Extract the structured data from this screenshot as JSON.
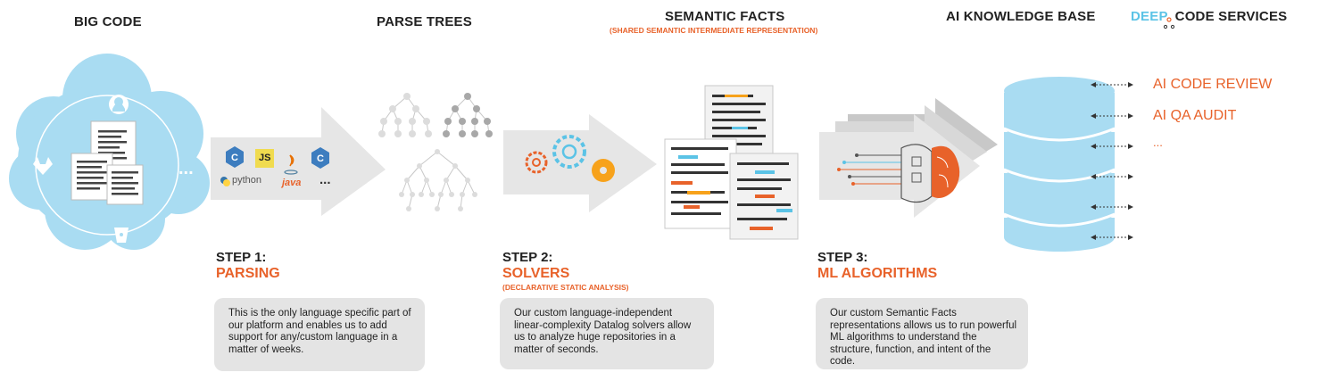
{
  "headers": {
    "big_code": "BIG CODE",
    "parse_trees": "PARSE TREES",
    "semantic_facts": "SEMANTIC FACTS",
    "semantic_facts_sub": "(SHARED SEMANTIC INTERMEDIATE REPRESENTATION)",
    "ai_knowledge_base": "AI KNOWLEDGE BASE",
    "brand_deep": "DEEP",
    "brand_code": "CODE",
    "brand_services": " SERVICES"
  },
  "languages": {
    "js": "JS",
    "python": "python",
    "java": "java",
    "more": "..."
  },
  "cloud": {
    "more": "..."
  },
  "steps": [
    {
      "label": "STEP 1:",
      "title": "PARSING",
      "subtitle": "",
      "description": "This is the only language specific part of our platform and enables us to add support for any/custom language in a matter of weeks."
    },
    {
      "label": "STEP 2:",
      "title": "SOLVERS",
      "subtitle": "(DECLARATIVE STATIC ANALYSIS)",
      "description": "Our custom language-independent linear-complexity Datalog solvers allow us to analyze huge repositories in a matter of seconds."
    },
    {
      "label": "STEP 3:",
      "title": "ML ALGORITHMS",
      "subtitle": "",
      "description": "Our custom Semantic Facts representations allows us to run powerful ML algorithms to understand the structure, function, and intent of the code."
    }
  ],
  "services": [
    "AI CODE REVIEW",
    "AI QA AUDIT",
    "..."
  ],
  "colors": {
    "accent_orange": "#e8622a",
    "cloud_blue": "#a9dcf2",
    "deep_blue": "#5bc3e6",
    "arrow_gray": "#e6e6e6",
    "box_gray": "#e4e4e4"
  }
}
